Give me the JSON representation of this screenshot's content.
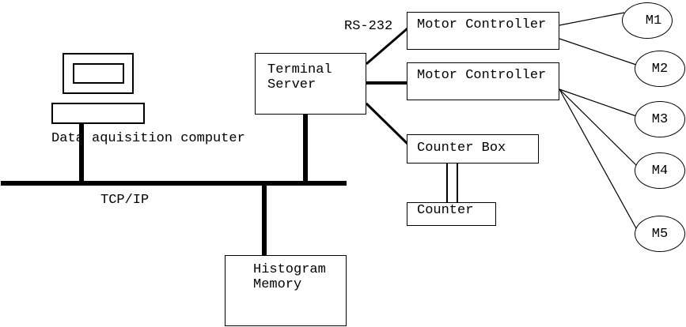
{
  "diagram": {
    "background": "#ffffff",
    "line_color": "#000000",
    "text_color": "#000000"
  },
  "nodes": {
    "computer": {
      "label": "Data aquisition computer"
    },
    "terminal_server": {
      "label": "Terminal\nServer"
    },
    "motor_controller_1": {
      "label": "Motor Controller"
    },
    "motor_controller_2": {
      "label": "Motor Controller"
    },
    "counter_box": {
      "label": "Counter Box"
    },
    "counter": {
      "label": "Counter"
    },
    "histogram_memory": {
      "label": "Histogram\nMemory"
    },
    "motors": [
      {
        "label": "M1"
      },
      {
        "label": "M2"
      },
      {
        "label": "M3"
      },
      {
        "label": "M4"
      },
      {
        "label": "M5"
      }
    ]
  },
  "labels": {
    "serial_link": "RS-232",
    "network": "TCP/IP"
  }
}
